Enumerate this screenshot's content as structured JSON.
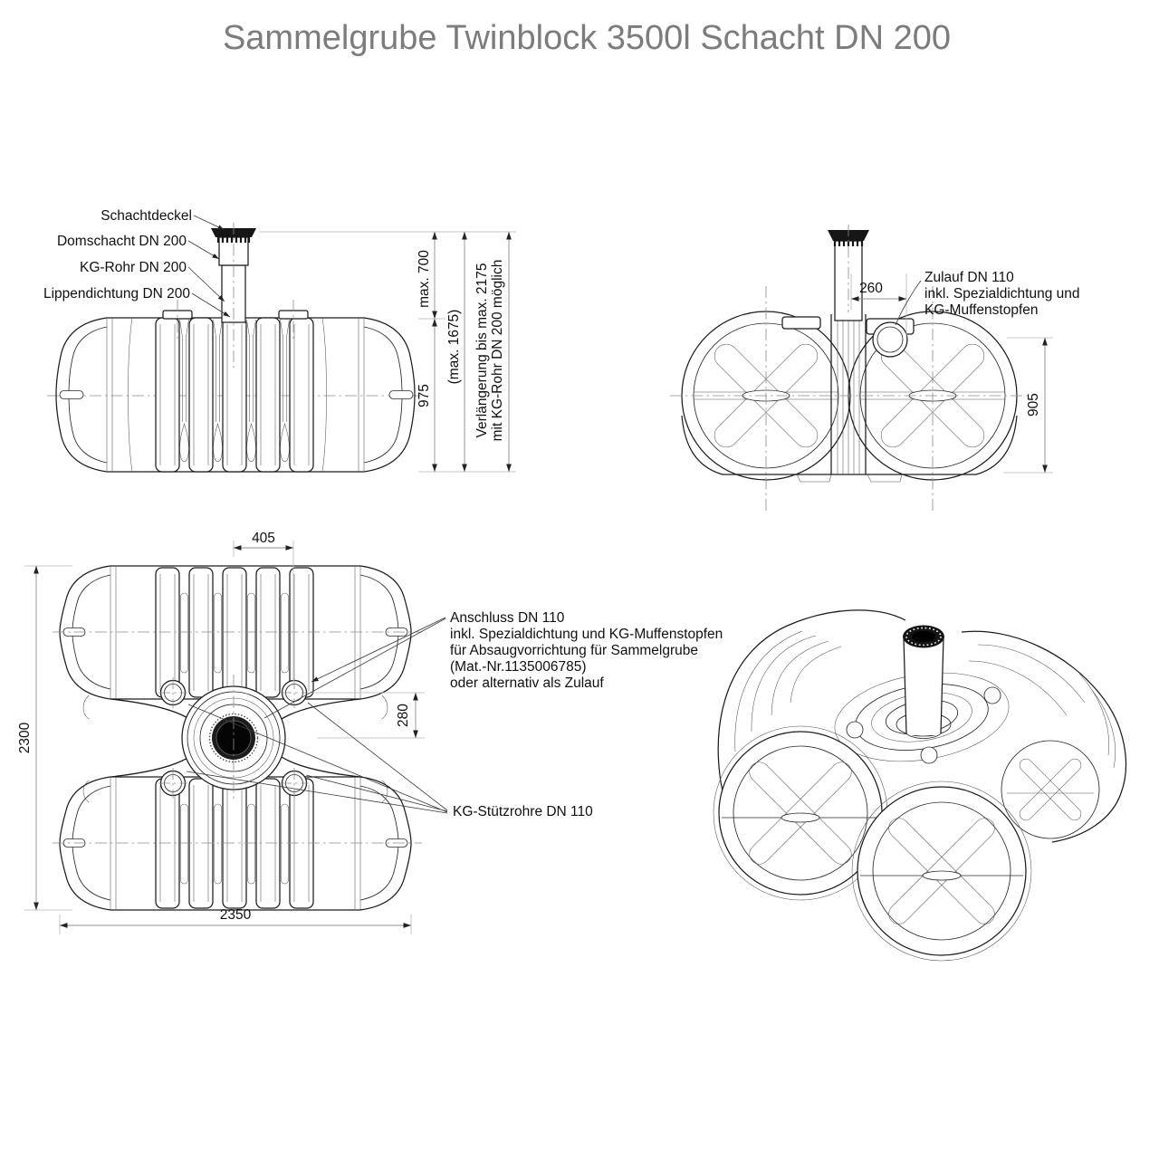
{
  "title": "Sammelgrube Twinblock 3500l Schacht DN 200",
  "side_view": {
    "labels": {
      "schachtdeckel": "Schachtdeckel",
      "domschacht": "Domschacht DN 200",
      "kg_rohr": "KG-Rohr DN 200",
      "lippendichtung": "Lippendichtung DN 200"
    },
    "dimensions": {
      "shaft_height": "max. 700",
      "tank_height": "975",
      "total_height": "(max. 1675)",
      "extension_note_line1": "Verlängerung bis max. 2175",
      "extension_note_line2": "mit KG-Rohr DN 200 möglich"
    }
  },
  "end_view": {
    "dimensions": {
      "inlet_offset": "260",
      "tank_height": "905"
    },
    "zulauf_label": {
      "line1": "Zulauf DN 110",
      "line2": "inkl. Spezialdichtung und",
      "line3": "KG-Muffenstopfen"
    }
  },
  "top_view": {
    "dimensions": {
      "dome_offset": "405",
      "width": "2300",
      "support_offset": "280",
      "length": "2350"
    },
    "anschluss_label": {
      "line1": "Anschluss DN 110",
      "line2": "inkl. Spezialdichtung und KG-Muffenstopfen",
      "line3": "für Absaugvorrichtung für Sammelgrube",
      "line4": "(Mat.-Nr.1135006785)",
      "line5": "oder alternativ als Zulauf"
    },
    "stuetzrohre_label": "KG-Stützrohre DN 110"
  }
}
